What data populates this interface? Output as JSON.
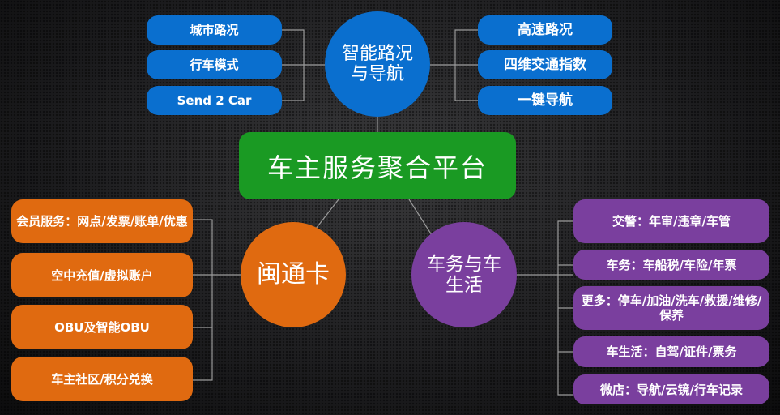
{
  "center": {
    "label": "车主服务聚合平台",
    "color": "#1a9a23"
  },
  "hubs": {
    "navigation": {
      "label": "智能路况与导航",
      "line1": "智能路况",
      "line2": "与导航",
      "color": "#0a6fcf",
      "left_items": [
        "城市路况",
        "行车模式",
        "Send 2 Car"
      ],
      "right_items": [
        "高速路况",
        "四维交通指数",
        "一键导航"
      ]
    },
    "card": {
      "label": "闽通卡",
      "color": "#e06a10",
      "items": [
        "会员服务：网点/发票/账单/优惠",
        "空中充值/虚拟账户",
        "OBU及智能OBU",
        "车主社区/积分兑换"
      ]
    },
    "life": {
      "label": "车务与车生活",
      "line1": "车务与车",
      "line2": "生活",
      "color": "#7a3f9e",
      "items": [
        "交警：年审/违章/车管",
        "车务：车船税/车险/年票",
        "更多：停车/加油/洗车/救援/维修/保养",
        "车生活：自驾/证件/票务",
        "微店：导航/云镜/行车记录"
      ]
    }
  }
}
